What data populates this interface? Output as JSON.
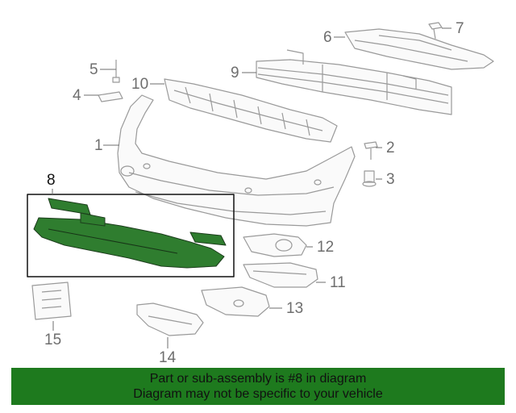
{
  "callouts": {
    "c1": "1",
    "c2": "2",
    "c3": "3",
    "c4": "4",
    "c5": "5",
    "c6": "6",
    "c7": "7",
    "c8": "8",
    "c9": "9",
    "c10": "10",
    "c11": "11",
    "c12": "12",
    "c13": "13",
    "c14": "14",
    "c15": "15"
  },
  "highlighted_part": "8",
  "colors": {
    "highlight": "#1e7a1e",
    "line": "#9a9a9a",
    "highlight_part_fill": "#2f7d2f"
  },
  "banner": {
    "line1": "Part or sub-assembly is #8 in diagram",
    "line2": "Diagram may not be specific to your vehicle"
  }
}
